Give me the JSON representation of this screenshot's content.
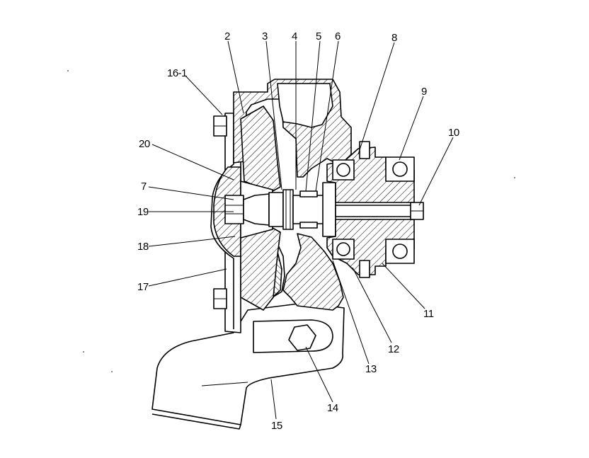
{
  "labels": {
    "l16_1": "16-1",
    "l2": "2",
    "l3": "3",
    "l4": "4",
    "l5": "5",
    "l6": "6",
    "l8": "8",
    "l9": "9",
    "l10": "10",
    "l20": "20",
    "l7": "7",
    "l19": "19",
    "l18": "18",
    "l17": "17",
    "l11": "11",
    "l12": "12",
    "l13": "13",
    "l14": "14",
    "l15": "15"
  }
}
